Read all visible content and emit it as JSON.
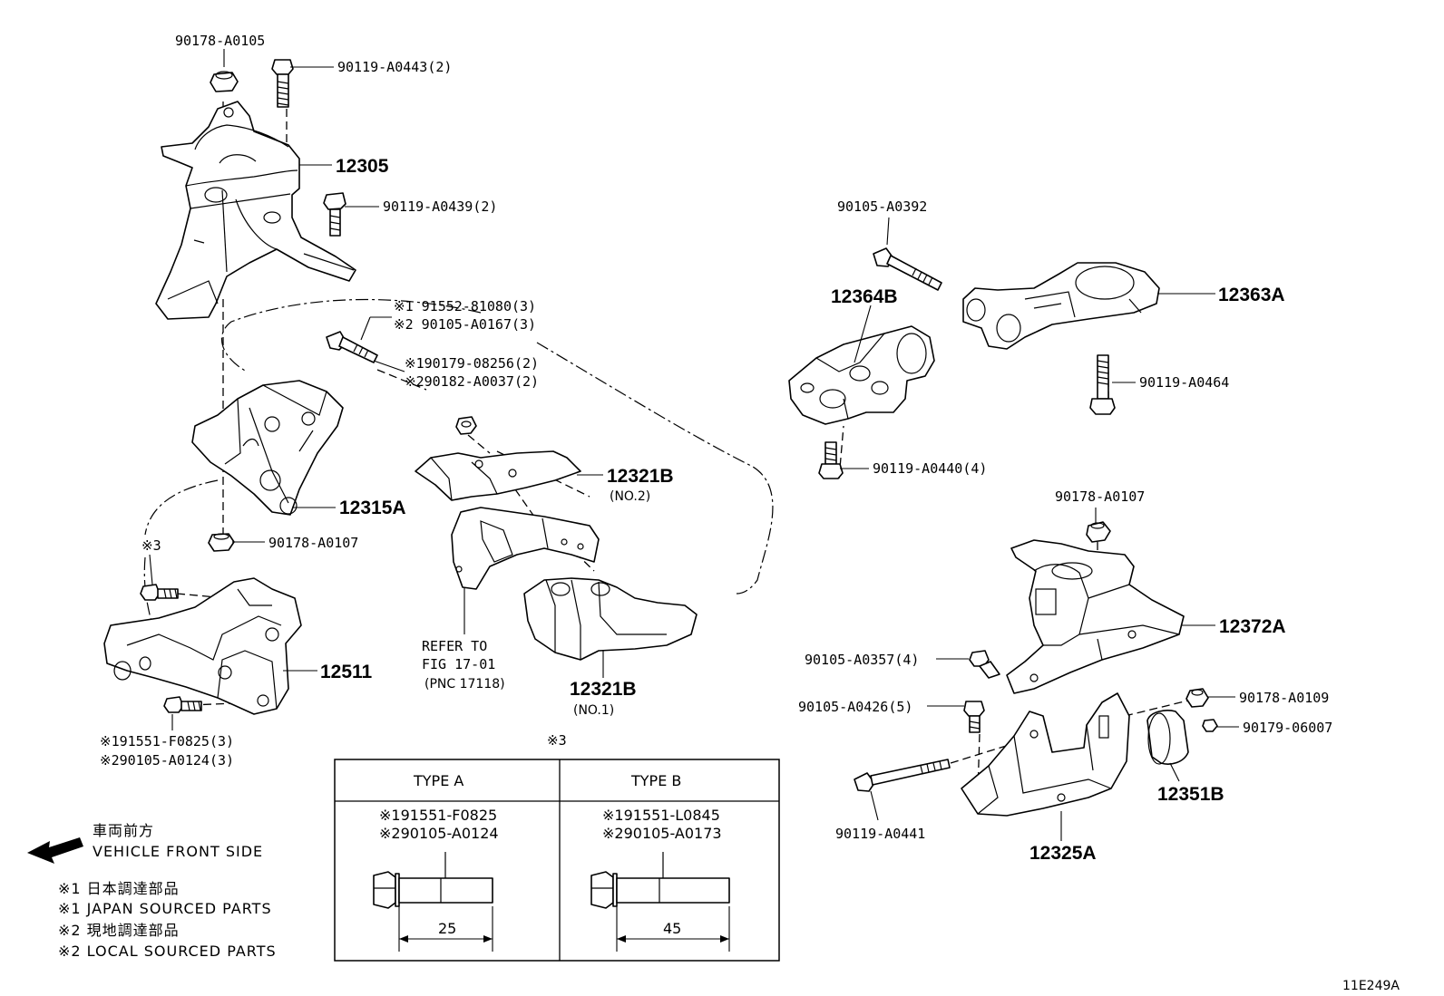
{
  "figure_id": "11E249A",
  "labels": {
    "p90178_a0105": "90178-A0105",
    "p90119_a0443": "90119-A0443(2)",
    "p12305": "12305",
    "p90119_a0439": "90119-A0439(2)",
    "p91552_l1": "※1 91552-81080(3)",
    "p90105_a0167_l2": "※2 90105-A0167(3)",
    "p90179_08256_l1": "※190179-08256(2)",
    "p90182_a0037_l2": "※290182-A0037(2)",
    "p12321b_no2": "12321B",
    "p12321b_no2_sub": "(NO.2)",
    "p12315a": "12315A",
    "p90178_a0107_left": "90178-A0107",
    "p_ref3_mark": "※3",
    "p12511": "12511",
    "refer_line1": "REFER TO",
    "refer_line2": "FIG 17-01",
    "refer_line3": "(PNC 17118)",
    "p12321b_no1": "12321B",
    "p12321b_no1_sub": "(NO.1)",
    "p91551_f0825_l1": "※191551-F0825(3)",
    "p90105_a0124_l2": "※290105-A0124(3)",
    "p90105_a0392": "90105-A0392",
    "p12364b": "12364B",
    "p12363a": "12363A",
    "p90119_a0464": "90119-A0464",
    "p90119_a0440": "90119-A0440(4)",
    "p90178_a0107_right": "90178-A0107",
    "p12372a": "12372A",
    "p90105_a0357": "90105-A0357(4)",
    "p90105_a0426": "90105-A0426(5)",
    "p90178_a0109": "90178-A0109",
    "p90179_06007": "90179-06007",
    "p12351b": "12351B",
    "p90119_a0441": "90119-A0441",
    "p12325a": "12325A"
  },
  "table": {
    "mark": "※3",
    "type_a": {
      "header": "TYPE A",
      "line1": "※191551-F0825",
      "line2": "※290105-A0124",
      "dimension": "25"
    },
    "type_b": {
      "header": "TYPE B",
      "line1": "※191551-L0845",
      "line2": "※290105-A0173",
      "dimension": "45"
    }
  },
  "legend": {
    "front_jp": "車両前方",
    "front_en": "VEHICLE FRONT SIDE",
    "note1_jp": "※1 日本調達部品",
    "note1_en": "※1 JAPAN SOURCED PARTS",
    "note2_jp": "※2 現地調達部品",
    "note2_en": "※2 LOCAL SOURCED PARTS"
  }
}
